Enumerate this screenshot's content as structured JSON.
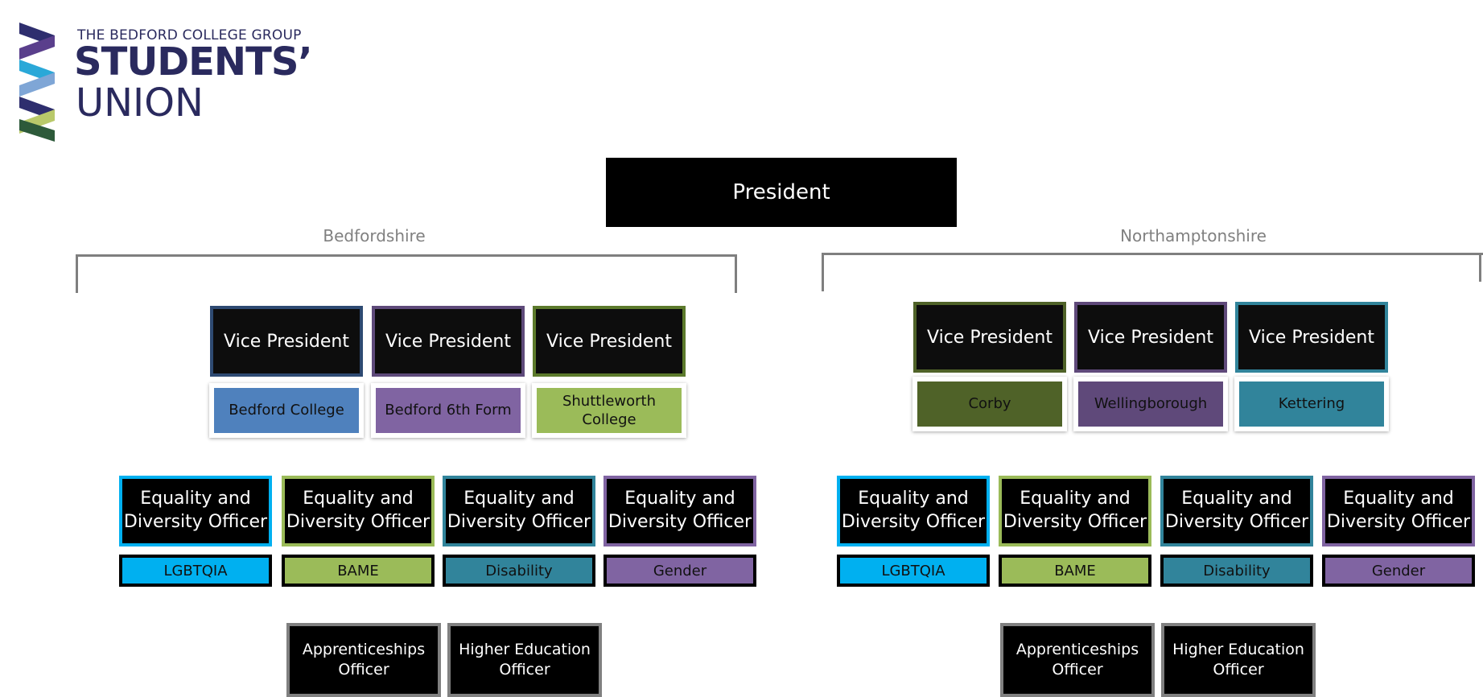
{
  "logo": {
    "line1": "THE BEDFORD COLLEGE GROUP",
    "line2": "STUDENTS’",
    "line3": "UNION",
    "brand_colors": [
      "#2e2e6e",
      "#5a3f8c",
      "#2aa8d8",
      "#7fa6d6",
      "#b9c96a",
      "#2d5a3a"
    ]
  },
  "president": {
    "label": "President"
  },
  "regions": [
    {
      "name": "Bedfordshire",
      "vice_presidents": [
        {
          "label": "Vice President",
          "campus": "Bedford College",
          "border": "#2e4a72",
          "fill": "#4f81bd"
        },
        {
          "label": "Vice President",
          "campus": "Bedford 6th Form",
          "border": "#5e4a7a",
          "fill": "#8064a2"
        },
        {
          "label": "Vice President",
          "campus": "Shuttleworth College",
          "border": "#5c7a2c",
          "fill": "#9bbb59"
        }
      ],
      "equality_officers": [
        {
          "label": "Equality and Diversity Officer",
          "tag": "LGBTQIA",
          "border": "#00b0f0",
          "fill": "#00b0f0"
        },
        {
          "label": "Equality and Diversity Officer",
          "tag": "BAME",
          "border": "#9bbb59",
          "fill": "#9bbb59"
        },
        {
          "label": "Equality and Diversity Officer",
          "tag": "Disability",
          "border": "#31849b",
          "fill": "#31849b"
        },
        {
          "label": "Equality and Diversity Officer",
          "tag": "Gender",
          "border": "#8064a2",
          "fill": "#8064a2"
        }
      ],
      "officers": [
        {
          "label": "Apprenticeships Officer"
        },
        {
          "label": "Higher Education Officer"
        }
      ]
    },
    {
      "name": "Northamptonshire",
      "vice_presidents": [
        {
          "label": "Vice President",
          "campus": "Corby",
          "border": "#4f6228",
          "fill": "#4f6228"
        },
        {
          "label": "Vice President",
          "campus": "Wellingborough",
          "border": "#5f497a",
          "fill": "#5f497a"
        },
        {
          "label": "Vice President",
          "campus": "Kettering",
          "border": "#31849b",
          "fill": "#31849b"
        }
      ],
      "equality_officers": [
        {
          "label": "Equality and Diversity Officer",
          "tag": "LGBTQIA",
          "border": "#00b0f0",
          "fill": "#00b0f0"
        },
        {
          "label": "Equality and Diversity Officer",
          "tag": "BAME",
          "border": "#9bbb59",
          "fill": "#9bbb59"
        },
        {
          "label": "Equality and Diversity Officer",
          "tag": "Disability",
          "border": "#31849b",
          "fill": "#31849b"
        },
        {
          "label": "Equality and Diversity Officer",
          "tag": "Gender",
          "border": "#8064a2",
          "fill": "#8064a2"
        }
      ],
      "officers": [
        {
          "label": "Apprenticeships Officer"
        },
        {
          "label": "Higher Education Officer"
        }
      ]
    }
  ]
}
